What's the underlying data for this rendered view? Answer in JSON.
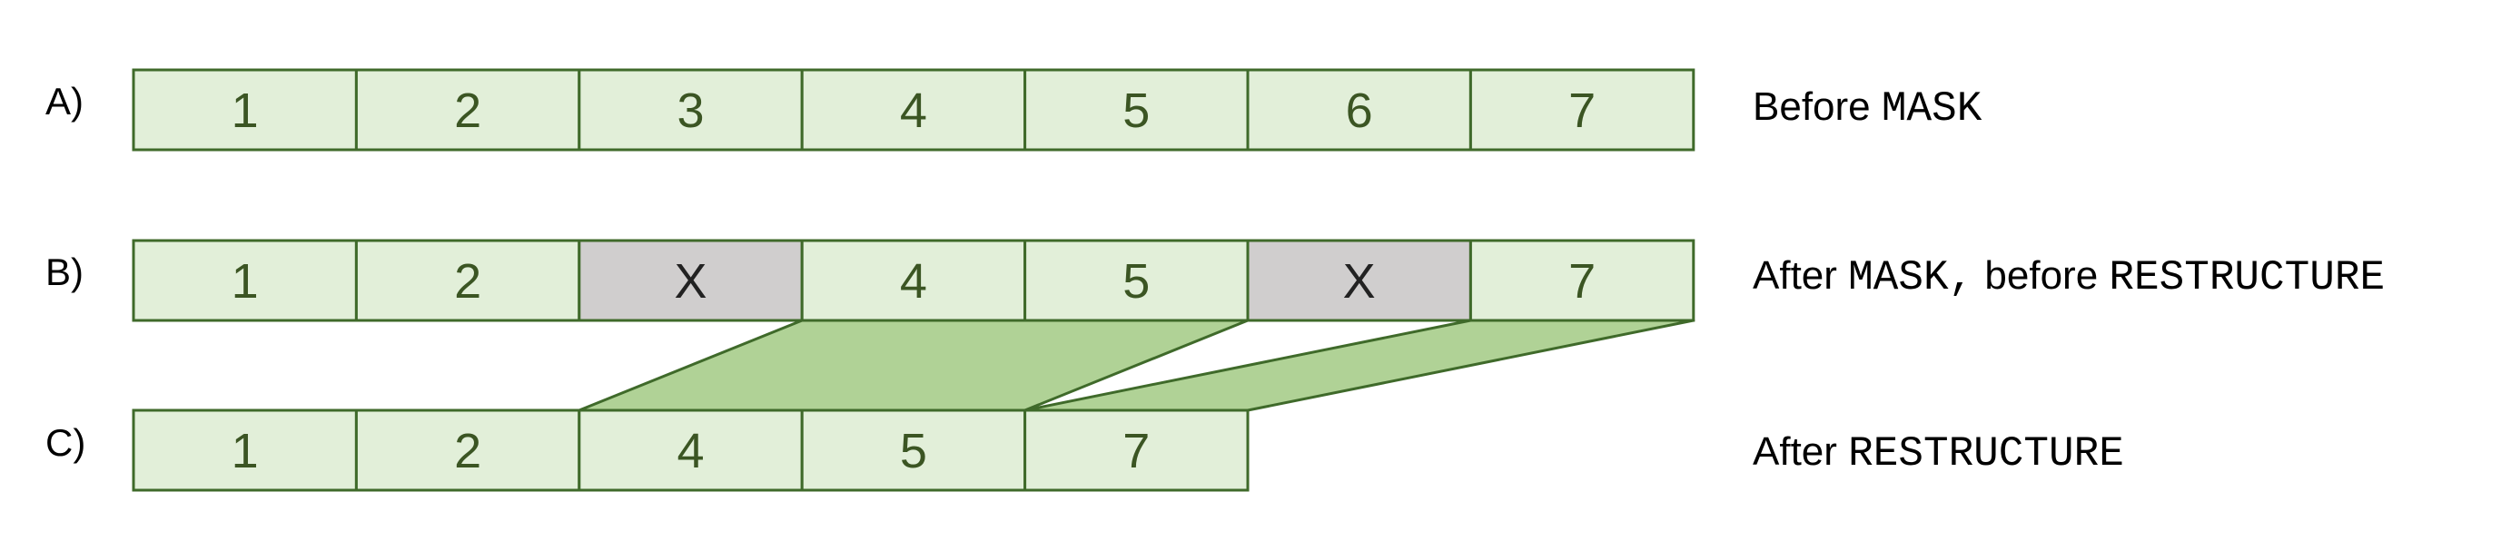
{
  "colors": {
    "cell_fill": "#e2efd9",
    "cell_stroke": "#3f6a2a",
    "cell_text": "#3b5523",
    "masked_fill": "#d0cece",
    "masked_text": "#222222",
    "connector_fill": "#b0d296"
  },
  "rows": [
    {
      "label": "A)",
      "cells": [
        {
          "text": "1",
          "masked": false
        },
        {
          "text": "2",
          "masked": false
        },
        {
          "text": "3",
          "masked": false
        },
        {
          "text": "4",
          "masked": false
        },
        {
          "text": "5",
          "masked": false
        },
        {
          "text": "6",
          "masked": false
        },
        {
          "text": "7",
          "masked": false
        }
      ],
      "caption": [
        {
          "text": "Before ",
          "mono": false
        },
        {
          "text": "MASK",
          "mono": true
        }
      ]
    },
    {
      "label": "B)",
      "cells": [
        {
          "text": "1",
          "masked": false
        },
        {
          "text": "2",
          "masked": false
        },
        {
          "text": "X",
          "masked": true
        },
        {
          "text": "4",
          "masked": false
        },
        {
          "text": "5",
          "masked": false
        },
        {
          "text": "X",
          "masked": true
        },
        {
          "text": "7",
          "masked": false
        }
      ],
      "caption": [
        {
          "text": "After ",
          "mono": false
        },
        {
          "text": "MASK,",
          "mono": true
        },
        {
          "text": " before ",
          "mono": false
        },
        {
          "text": "RESTRUCTURE",
          "mono": true
        }
      ]
    },
    {
      "label": "C)",
      "cells": [
        {
          "text": "1",
          "masked": false
        },
        {
          "text": "2",
          "masked": false
        },
        {
          "text": "4",
          "masked": false
        },
        {
          "text": "5",
          "masked": false
        },
        {
          "text": "7",
          "masked": false
        }
      ],
      "caption": [
        {
          "text": "After ",
          "mono": false
        },
        {
          "text": "RESTRUCTURE",
          "mono": true
        }
      ]
    }
  ],
  "connectors": [
    {
      "from_start": 3,
      "from_end": 5,
      "to_start": 2,
      "to_end": 4
    },
    {
      "from_start": 6,
      "from_end": 7,
      "to_start": 4,
      "to_end": 5
    }
  ]
}
